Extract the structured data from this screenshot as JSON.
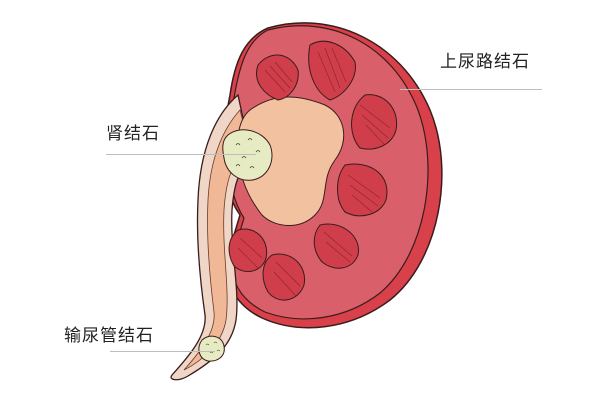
{
  "figure": {
    "subject": "kidney cross-section with stones",
    "labels": [
      {
        "id": "upper-urinary-stone",
        "text": "上尿路结石"
      },
      {
        "id": "kidney-stone",
        "text": "肾结石"
      },
      {
        "id": "ureteral-stone",
        "text": "输尿管结石"
      }
    ]
  },
  "colors": {
    "capsule": "#d8404a",
    "cortex": "#d9606a",
    "pyramid": "#cf3e4a",
    "pelvis": "#f2c1a0",
    "ureter_wall": "#efd6c6",
    "stone": "#e6ebc4",
    "outline": "#3a1c1c",
    "leader_line": "#bdbdbd",
    "label_text": "#222222"
  }
}
